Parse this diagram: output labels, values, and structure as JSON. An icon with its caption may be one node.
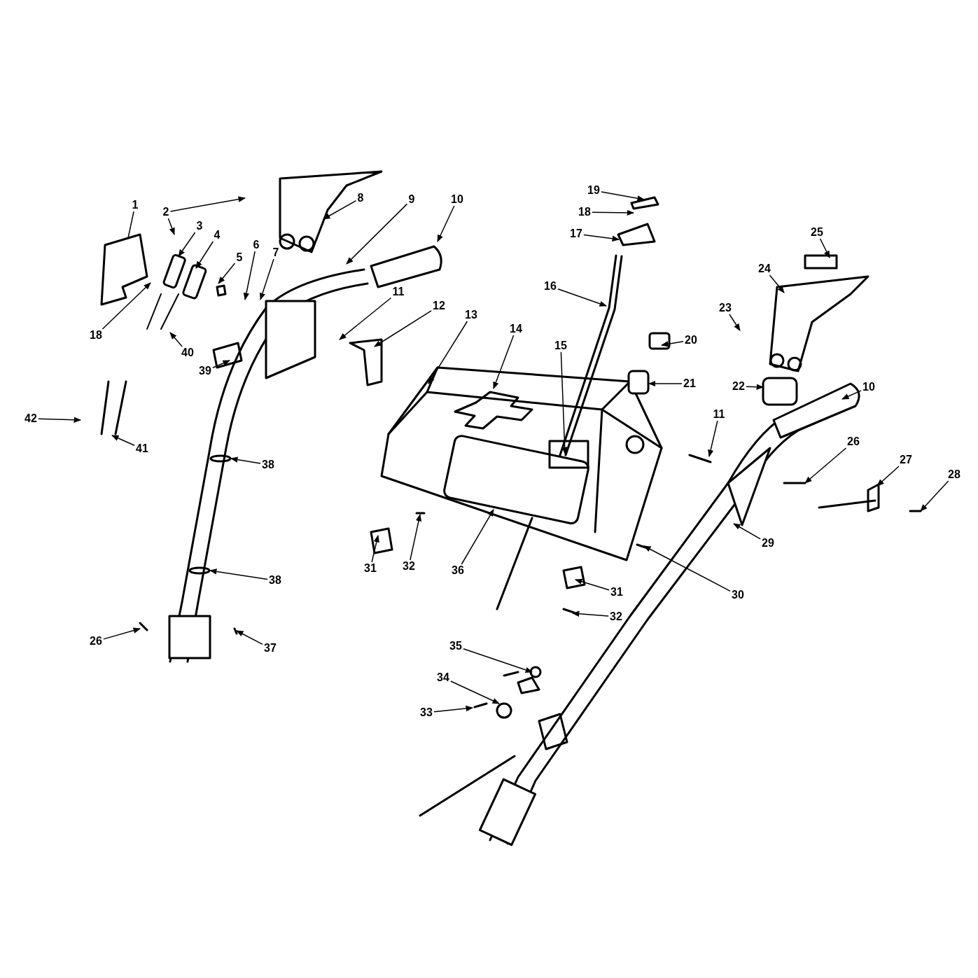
{
  "diagram": {
    "nodes": [
      {
        "text": [
          "1"
        ]
      },
      {
        "text": [
          "2"
        ]
      },
      {
        "text": [
          "8"
        ]
      },
      {
        "text": [
          "9"
        ]
      },
      {
        "text": [
          "10"
        ]
      },
      {
        "text": [
          "19"
        ]
      },
      {
        "text": [
          "18"
        ]
      },
      {
        "text": [
          "17"
        ]
      },
      {
        "text": [
          "25"
        ]
      },
      {
        "text": [
          "3"
        ]
      },
      {
        "text": [
          "4"
        ]
      },
      {
        "text": [
          "5"
        ]
      },
      {
        "text": [
          "6"
        ]
      },
      {
        "text": [
          "7"
        ]
      },
      {
        "text": [
          "24"
        ]
      },
      {
        "text": [
          "16"
        ]
      },
      {
        "text": [
          "11"
        ]
      },
      {
        "text": [
          "12"
        ]
      },
      {
        "text": [
          "23"
        ]
      },
      {
        "text": [
          "13"
        ]
      },
      {
        "text": [
          "14"
        ]
      },
      {
        "text": [
          "18"
        ]
      },
      {
        "text": [
          "20"
        ]
      },
      {
        "text": [
          "15"
        ]
      },
      {
        "text": [
          "40"
        ]
      },
      {
        "text": [
          "39"
        ]
      },
      {
        "text": [
          "21"
        ]
      },
      {
        "text": [
          "22"
        ]
      },
      {
        "text": [
          "10"
        ]
      },
      {
        "text": [
          "11"
        ]
      },
      {
        "text": [
          "42"
        ]
      },
      {
        "text": [
          "26"
        ]
      },
      {
        "text": [
          "41"
        ]
      },
      {
        "text": [
          "27"
        ]
      },
      {
        "text": [
          "38"
        ]
      },
      {
        "text": [
          "28"
        ]
      },
      {
        "text": [
          "29"
        ]
      },
      {
        "text": [
          "31"
        ]
      },
      {
        "text": [
          "32"
        ]
      },
      {
        "text": [
          "36"
        ]
      },
      {
        "text": [
          "38"
        ]
      },
      {
        "text": [
          "31"
        ]
      },
      {
        "text": [
          "30"
        ]
      },
      {
        "text": [
          "32"
        ]
      },
      {
        "text": [
          "26"
        ]
      },
      {
        "text": [
          "37"
        ]
      },
      {
        "text": [
          "35"
        ]
      },
      {
        "text": [
          "34"
        ]
      },
      {
        "text": [
          "33"
        ]
      }
    ],
    "edges": [
      {
        "from": 0,
        "to": null,
        "arrow": "none"
      },
      {
        "from": 1,
        "to": null,
        "arrow": "to"
      },
      {
        "from": 1,
        "to": null,
        "arrow": "to"
      },
      {
        "from": 2,
        "to": null,
        "arrow": "to"
      },
      {
        "from": 3,
        "to": null,
        "arrow": "to"
      },
      {
        "from": 4,
        "to": null,
        "arrow": "to"
      },
      {
        "from": 5,
        "to": null,
        "arrow": "to"
      },
      {
        "from": 6,
        "to": null,
        "arrow": "to"
      },
      {
        "from": 7,
        "to": null,
        "arrow": "to"
      },
      {
        "from": 8,
        "to": null,
        "arrow": "to"
      },
      {
        "from": 9,
        "to": null,
        "arrow": "to"
      },
      {
        "from": 10,
        "to": null,
        "arrow": "to"
      },
      {
        "from": 11,
        "to": null,
        "arrow": "to"
      },
      {
        "from": 12,
        "to": null,
        "arrow": "to"
      },
      {
        "from": 13,
        "to": null,
        "arrow": "to"
      },
      {
        "from": 14,
        "to": null,
        "arrow": "to"
      },
      {
        "from": 15,
        "to": null,
        "arrow": "to"
      },
      {
        "from": 16,
        "to": null,
        "arrow": "to"
      },
      {
        "from": 17,
        "to": null,
        "arrow": "to"
      },
      {
        "from": 18,
        "to": null,
        "arrow": "to"
      },
      {
        "from": 19,
        "to": null,
        "arrow": "to"
      },
      {
        "from": 20,
        "to": null,
        "arrow": "to"
      },
      {
        "from": 21,
        "to": null,
        "arrow": "to"
      },
      {
        "from": 22,
        "to": null,
        "arrow": "to"
      },
      {
        "from": 23,
        "to": null,
        "arrow": "to"
      },
      {
        "from": 24,
        "to": null,
        "arrow": "to"
      },
      {
        "from": 25,
        "to": null,
        "arrow": "to"
      },
      {
        "from": 26,
        "to": null,
        "arrow": "to"
      },
      {
        "from": 27,
        "to": null,
        "arrow": "to"
      },
      {
        "from": 28,
        "to": null,
        "arrow": "to"
      },
      {
        "from": 29,
        "to": null,
        "arrow": "to"
      },
      {
        "from": 30,
        "to": null,
        "arrow": "to"
      },
      {
        "from": 31,
        "to": null,
        "arrow": "to"
      },
      {
        "from": 32,
        "to": null,
        "arrow": "to"
      },
      {
        "from": 33,
        "to": null,
        "arrow": "to"
      },
      {
        "from": 34,
        "to": null,
        "arrow": "to"
      },
      {
        "from": 35,
        "to": null,
        "arrow": "to"
      },
      {
        "from": 36,
        "to": null,
        "arrow": "to"
      },
      {
        "from": 37,
        "to": null,
        "arrow": "to"
      },
      {
        "from": 38,
        "to": null,
        "arrow": "to"
      },
      {
        "from": 39,
        "to": null,
        "arrow": "to"
      },
      {
        "from": 40,
        "to": null,
        "arrow": "to"
      },
      {
        "from": 41,
        "to": null,
        "arrow": "to"
      },
      {
        "from": 42,
        "to": null,
        "arrow": "to"
      },
      {
        "from": 43,
        "to": null,
        "arrow": "to"
      },
      {
        "from": 44,
        "to": null,
        "arrow": "to"
      },
      {
        "from": 45,
        "to": null,
        "arrow": "to"
      },
      {
        "from": 46,
        "to": null,
        "arrow": "to"
      },
      {
        "from": 47,
        "to": null,
        "arrow": "to"
      },
      {
        "from": 48,
        "to": null,
        "arrow": "to"
      }
    ]
  }
}
